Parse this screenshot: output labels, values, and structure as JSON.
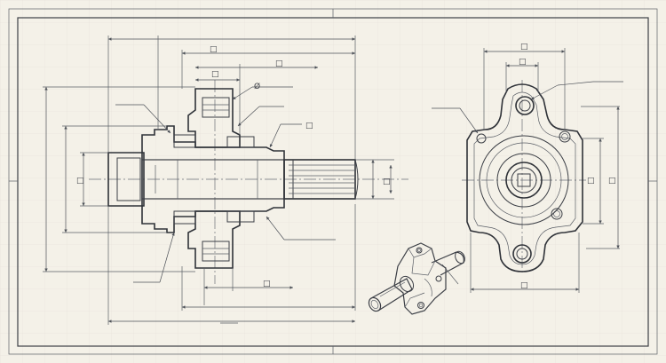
{
  "drawing": {
    "symbols": {
      "box": "□",
      "diameter": "Ø"
    },
    "colors": {
      "paper": "#f4f1e8",
      "ink": "#2f3238",
      "line": "#5a5e66",
      "hatch": "#7a7e86",
      "grid": "#d9d6cc"
    },
    "views": [
      "section-view",
      "end-view",
      "isometric-view"
    ]
  }
}
